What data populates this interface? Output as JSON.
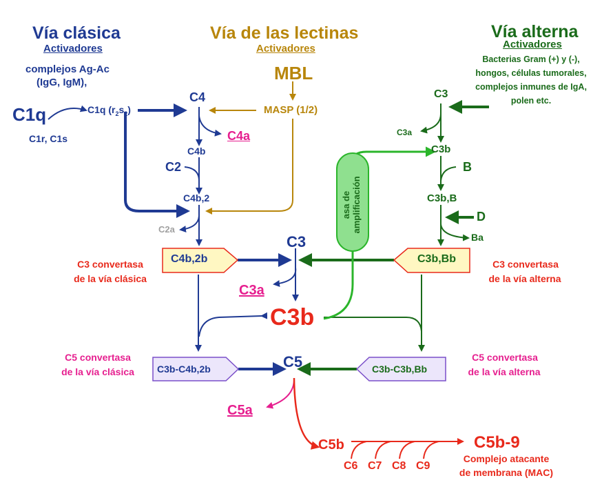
{
  "classical": {
    "title": "Vía clásica",
    "activators_label": "Activadores",
    "activators_line1": "complejos Ag-Ac",
    "activators_line2": "(IgG, IgM),",
    "c1q": "C1q",
    "c1r_c1s": "C1r, C1s",
    "c1q_complex_main": "C1q (r",
    "c1q_sub1": "2",
    "c1q_mid": "s",
    "c1q_sub2": "2",
    "c1q_close": ")",
    "c4": "C4",
    "c4a": "C4a",
    "c4b": "C4b",
    "c2": "C2",
    "c4b2": "C4b,2",
    "c2a": "C2a",
    "c3_conv_box": "C4b,2b",
    "c3_conv_line1": "C3 convertasa",
    "c3_conv_line2": "de la vía clásica",
    "c5_conv_box": "C3b-C4b,2b",
    "c5_conv_line1": "C5 convertasa",
    "c5_conv_line2": "de la vía clásica"
  },
  "lectin": {
    "title": "Vía de las lectinas",
    "activators_label": "Activadores",
    "mbl": "MBL",
    "masp": "MASP (1/2)"
  },
  "alternative": {
    "title": "Vía alterna",
    "activators_label": "Activadores",
    "activators_lines": [
      "Bacterias Gram (+) y (-),",
      "hongos, células tumorales,",
      "complejos inmunes de IgA,",
      "polen etc."
    ],
    "c3": "C3",
    "c3a": "C3a",
    "c3b": "C3b",
    "b": "B",
    "c3bb": "C3b,B",
    "d": "D",
    "ba": "Ba",
    "c3_conv_box": "C3b,Bb",
    "c3_conv_line1": "C3 convertasa",
    "c3_conv_line2": "de la vía alterna",
    "c5_conv_box": "C3b-C3b,Bb",
    "c5_conv_line1": "C5 convertasa",
    "c5_conv_line2": "de la vía alterna"
  },
  "common": {
    "c3": "C3",
    "c3a": "C3a",
    "c3b": "C3b",
    "amplification_line1": "asa de",
    "amplification_line2": "amplificación",
    "c5": "C5",
    "c5a": "C5a",
    "c5b": "C5b",
    "c6": "C6",
    "c7": "C7",
    "c8": "C8",
    "c9": "C9",
    "c5b9": "C5b-9",
    "mac_line1": "Complejo atacante",
    "mac_line2": "de membrana (MAC)"
  },
  "colors": {
    "classical": "#1f3a93",
    "lectin": "#b8860b",
    "alternative": "#1a6b1a",
    "amplification": "#2bb52b",
    "terminal": "#e8291b",
    "cleavage_fragment": "#e61f8f",
    "box_fill": "#fff7c2",
    "c5_box_fill": "#ece6fb"
  }
}
